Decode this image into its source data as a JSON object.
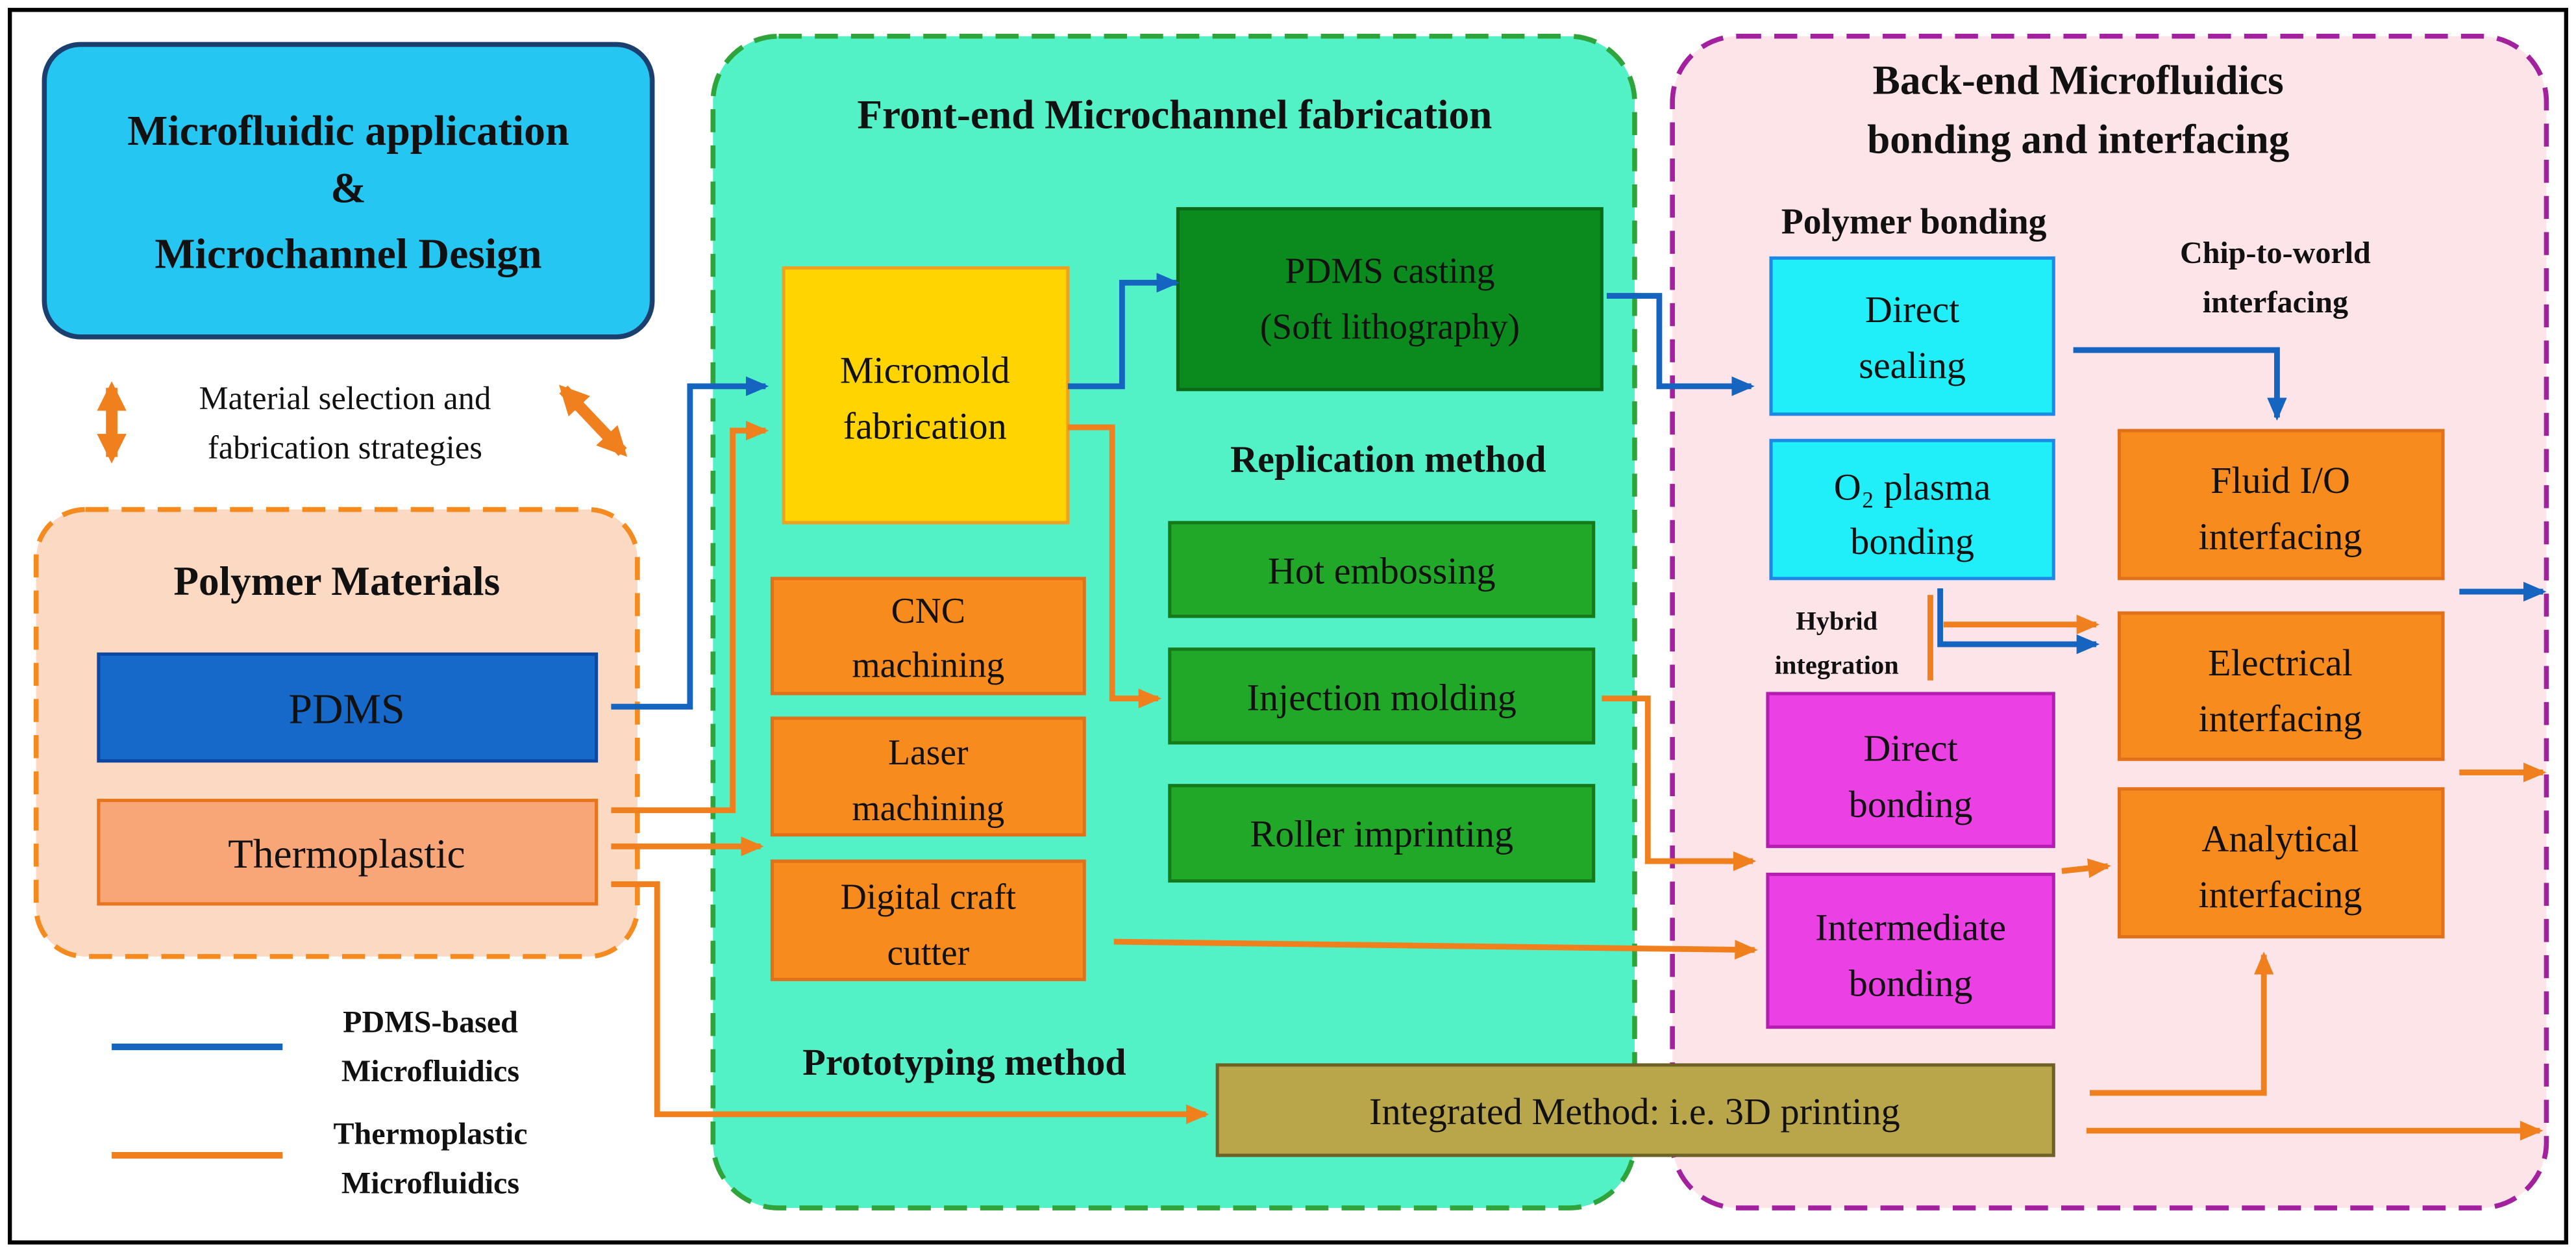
{
  "colors": {
    "blue_arrow": "#1565C0",
    "orange_arrow": "#F07F1E",
    "design_fill": "#26C6F2",
    "design_stroke": "#1B3F6E",
    "polymer_fill": "#FCD9C2",
    "polymer_stroke": "#F58A1F",
    "pdms_fill": "#1668C9",
    "pdms_stroke": "#0D47A1",
    "thermo_fill": "#F8A578",
    "thermo_stroke": "#E8741C",
    "front_fill": "#52F2C6",
    "front_stroke": "#2FA43A",
    "micromold_fill": "#FFD400",
    "micromold_stroke": "#F0A020",
    "casting_fill": "#0B8A1E",
    "casting_stroke": "#0A6A18",
    "replication_fill": "#22A828",
    "replication_stroke": "#157A1A",
    "orange_box_fill": "#F78B1E",
    "orange_box_stroke": "#E0701A",
    "integrated_fill": "#B9A54A",
    "integrated_stroke": "#6E6126",
    "back_fill": "#FCE4E8",
    "back_stroke": "#A3209E",
    "cyan_fill": "#20EFFA",
    "cyan_stroke": "#1E88E5",
    "magenta_fill": "#EB40E3",
    "magenta_stroke": "#B51CB0"
  },
  "design_box": {
    "lines": [
      "Microfluidic application",
      "&",
      "Microchannel Design"
    ]
  },
  "material_selection": {
    "lines": [
      "Material selection and",
      "fabrication strategies"
    ]
  },
  "polymer_materials": {
    "title": "Polymer Materials",
    "pdms": "PDMS",
    "thermoplastic": "Thermoplastic"
  },
  "legend": {
    "pdms": [
      "PDMS-based",
      "Microfluidics"
    ],
    "thermoplastic": [
      "Thermoplastic",
      "Microfluidics"
    ]
  },
  "front_end": {
    "title": "Front-end Microchannel fabrication",
    "micromold": [
      "Micromold",
      "fabrication"
    ],
    "pdms_casting": [
      "PDMS casting",
      "(Soft lithography)"
    ],
    "replication_title": "Replication method",
    "replication": [
      "Hot embossing",
      "Injection molding",
      "Roller imprinting"
    ],
    "prototyping": [
      [
        "CNC",
        "machining"
      ],
      [
        "Laser",
        "machining"
      ],
      [
        "Digital craft",
        "cutter"
      ]
    ],
    "prototyping_title": "Prototyping method",
    "integrated": "Integrated Method: i.e. 3D printing"
  },
  "back_end": {
    "title": [
      "Back-end Microfluidics",
      "bonding and interfacing"
    ],
    "bonding_title": "Polymer bonding",
    "chip_title": [
      "Chip-to-world",
      "interfacing"
    ],
    "direct_sealing": [
      "Direct",
      "sealing"
    ],
    "o2_plasma": [
      "O₂ plasma",
      "bonding"
    ],
    "hybrid": [
      "Hybrid",
      "integration"
    ],
    "direct_bonding": [
      "Direct",
      "bonding"
    ],
    "intermediate_bonding": [
      "Intermediate",
      "bonding"
    ],
    "fluid_io": [
      "Fluid I/O",
      "interfacing"
    ],
    "electrical": [
      "Electrical",
      "interfacing"
    ],
    "analytical": [
      "Analytical",
      "interfacing"
    ]
  }
}
